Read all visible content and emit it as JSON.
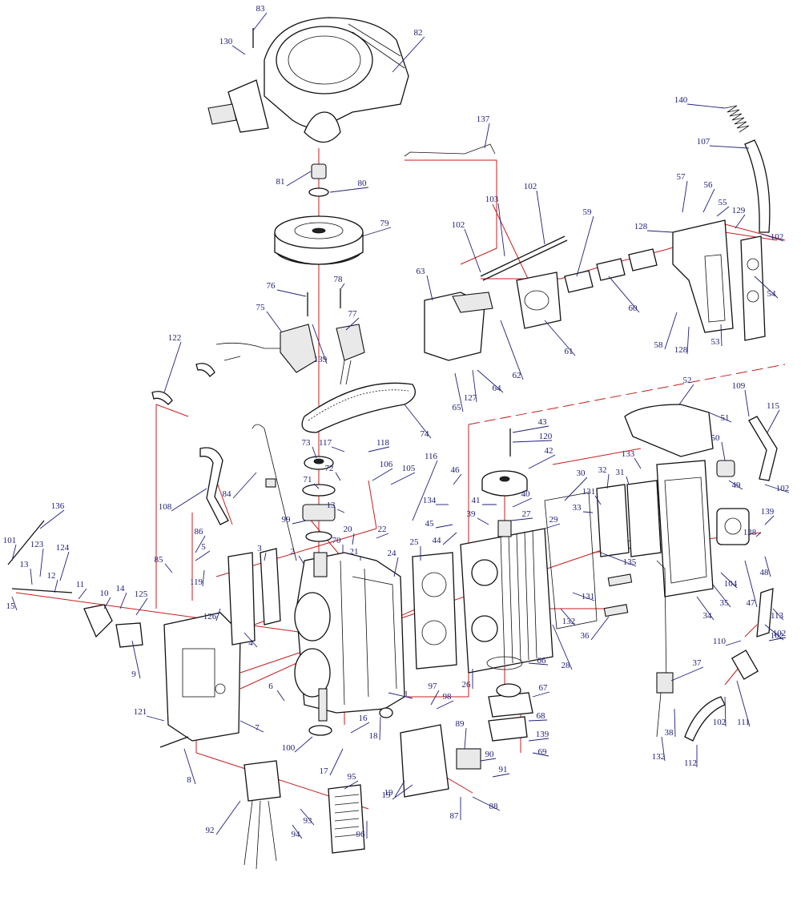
{
  "diagram": {
    "labels": [
      "83",
      "130",
      "82",
      "81",
      "80",
      "79",
      "76",
      "78",
      "75",
      "77",
      "139",
      "122",
      "137",
      "103",
      "102",
      "102",
      "59",
      "63",
      "60",
      "61",
      "62",
      "64",
      "127",
      "65",
      "140",
      "107",
      "57",
      "56",
      "55",
      "129",
      "128",
      "102",
      "54",
      "128",
      "58",
      "53",
      "74",
      "52",
      "51",
      "109",
      "115",
      "73",
      "117",
      "118",
      "106",
      "105",
      "116",
      "43",
      "120",
      "42",
      "46",
      "134",
      "41",
      "40",
      "45",
      "27",
      "39",
      "44",
      "30",
      "32",
      "131",
      "133",
      "31",
      "50",
      "49",
      "102",
      "139",
      "138",
      "48",
      "29",
      "33",
      "135",
      "131",
      "132",
      "104",
      "47",
      "35",
      "34",
      "84",
      "108",
      "72",
      "71",
      "99",
      "70",
      "20",
      "21",
      "22",
      "24",
      "13",
      "2",
      "19",
      "25",
      "28",
      "26",
      "36",
      "113",
      "102",
      "110",
      "102",
      "37",
      "38",
      "111",
      "132",
      "112",
      "102",
      "136",
      "101",
      "123",
      "124",
      "86",
      "5",
      "85",
      "119",
      "3",
      "13",
      "12",
      "11",
      "10",
      "14",
      "125",
      "15",
      "126",
      "4",
      "9",
      "1",
      "6",
      "7",
      "121",
      "8",
      "100",
      "16",
      "17",
      "18",
      "97",
      "98",
      "89",
      "90",
      "91",
      "66",
      "67",
      "68",
      "139",
      "69",
      "19",
      "87",
      "88",
      "92",
      "93",
      "94",
      "95",
      "96"
    ]
  }
}
